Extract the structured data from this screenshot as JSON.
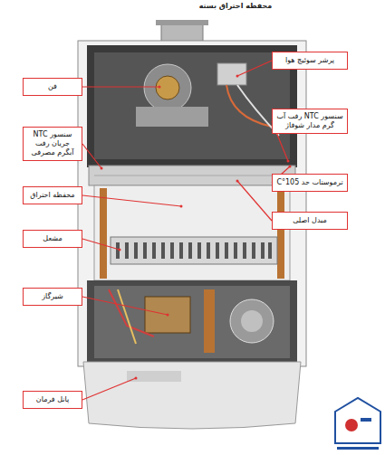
{
  "diagram": {
    "title": "محفظه احتراق بسته",
    "nodes": [
      {
        "text": [
          "پرشر سوئیچ هوا"
        ]
      },
      {
        "text": [
          "فن"
        ]
      },
      {
        "text": [
          "سنسور NTC رفت آب گرم مدار شوفاژ"
        ]
      },
      {
        "text": [
          "سنسور NTC جریان رفت آبگرم مصرفی"
        ]
      },
      {
        "text": [
          "ترموستات حد 105°C"
        ]
      },
      {
        "text": [
          "محفظه احتراق"
        ]
      },
      {
        "text": [
          "مبدل اصلی"
        ]
      },
      {
        "text": [
          "مشعل"
        ]
      },
      {
        "text": [
          "شیرگاز"
        ]
      },
      {
        "text": [
          "پانل فرمان"
        ]
      }
    ]
  }
}
